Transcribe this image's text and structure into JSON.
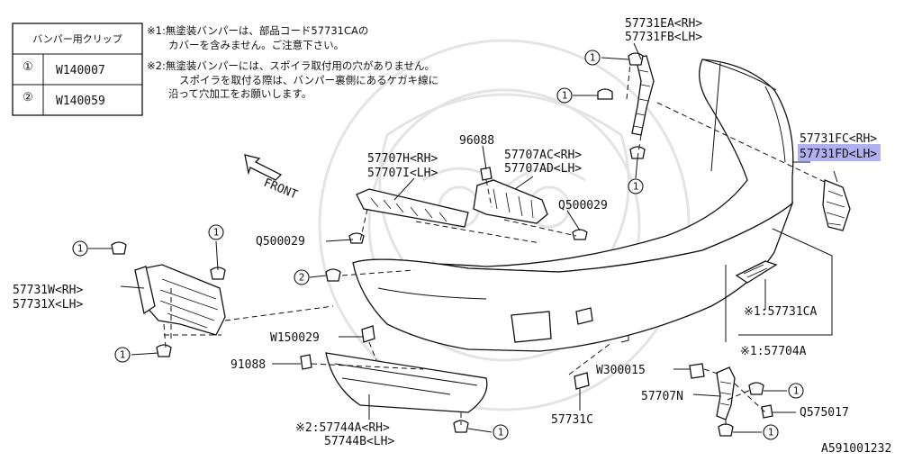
{
  "table": {
    "header": "バンパー用クリップ",
    "rows": [
      {
        "num": "①",
        "code": "W140007"
      },
      {
        "num": "②",
        "code": "W140059"
      }
    ]
  },
  "notes": {
    "n1_line1": "※1:無塗装バンパーは、部品コード57731CAの",
    "n1_line2": "カバーを含みません。ご注意下さい。",
    "n2_line1": "※2:無塗装バンパーには、スポイラ取付用の穴がありません。",
    "n2_line2": "スポイラを取付る際は、バンパー裏側にあるケガキ線に",
    "n2_line3": "沿って穴加工をお願いします。"
  },
  "direction": "FRONT",
  "labels": {
    "p57731EA": "57731EA<RH>",
    "p57731FB": "57731FB<LH>",
    "p57731FC": "57731FC<RH>",
    "p57731FD": "57731FD<LH>",
    "p96088": "96088",
    "p57707AC": "57707AC<RH>",
    "p57707AD": "57707AD<LH>",
    "p57707H": "57707H<RH>",
    "p57707I": "57707I<LH>",
    "q500029a": "Q500029",
    "q500029b": "Q500029",
    "p57731W": "57731W<RH>",
    "p57731X": "57731X<LH>",
    "w150029": "W150029",
    "p91088": "91088",
    "p57744A": "※2:57744A<RH>",
    "p57744B": "57744B<LH>",
    "p57731C": "57731C",
    "w300015": "W300015",
    "p57707N": "57707N",
    "q575017": "Q575017",
    "p57731CA": "※1:57731CA",
    "p57704A": "※1:57704A",
    "diagram_id": "A591001232"
  },
  "callouts": {
    "one": "1",
    "two": "2"
  },
  "highlight_color": "#6f6fe0"
}
